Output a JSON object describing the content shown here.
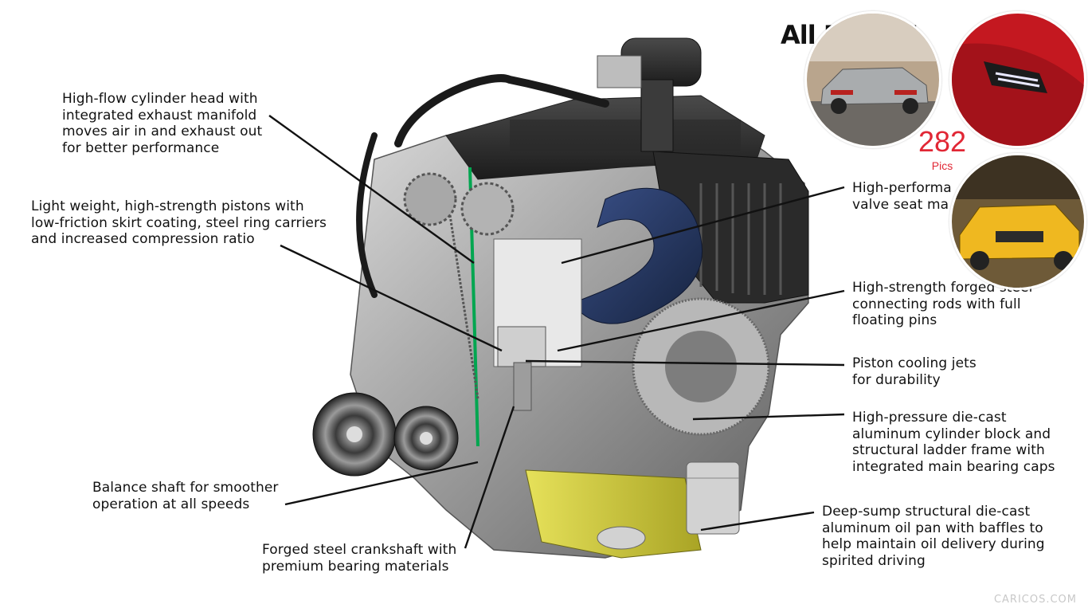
{
  "callouts": {
    "cylinder_head": "High-flow cylinder head with\nintegrated exhaust manifold\nmoves air in and exhaust out\nfor better performance",
    "pistons": "Light weight, high-strength pistons with\nlow-friction skirt coating, steel ring carriers\nand increased compression ratio",
    "balance_shaft": "Balance shaft for smoother\noperation at all speeds",
    "crankshaft": "Forged steel crankshaft with\npremium bearing materials",
    "valve_seat": "High-performa\nvalve seat ma",
    "connecting_rods": "High-strength forged steel\nconnecting rods with full\nfloating pins",
    "cooling_jets": "Piston cooling jets\nfor durability",
    "cylinder_block": "High-pressure die-cast\naluminum cylinder block and\nstructural ladder frame with\nintegrated main bearing caps",
    "oil_pan": "Deep-sump structural die-cast\naluminum oil pan with baffles to\nhelp maintain oil delivery during\nspirited driving"
  },
  "gallery": {
    "banner_title": "All Ford M",
    "count": "282",
    "count_label": "Pics"
  },
  "watermark": "CARICOS.COM",
  "colors": {
    "accent": "#e12735",
    "intake_blue": "#1e2f55",
    "oil_pan_yellow": "#d7d23a",
    "leader_line": "#111111"
  }
}
